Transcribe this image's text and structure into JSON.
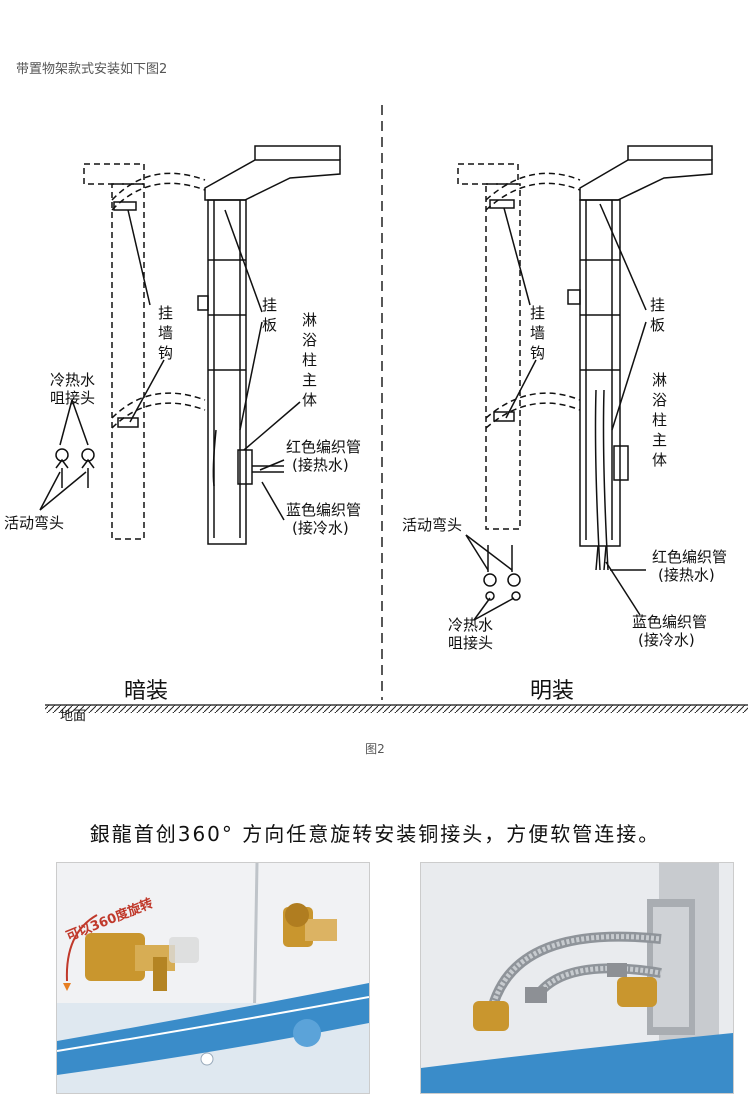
{
  "intro_text": "带置物架款式安装如下图2",
  "diagram": {
    "left_labels": {
      "hook": [
        "挂",
        "墙",
        "钩"
      ],
      "plate": [
        "挂",
        "板"
      ],
      "column": [
        "淋",
        "浴",
        "柱",
        "主",
        "体"
      ],
      "valve_l1": "冷热水",
      "valve_l2": "咀接头",
      "red_l1": "红色编织管",
      "red_l2": "(接热水)",
      "blue_l1": "蓝色编织管",
      "blue_l2": "(接冷水)",
      "elbow": "活动弯头",
      "mode": "暗装",
      "ground": "地面"
    },
    "right_labels": {
      "hook": [
        "挂",
        "墙",
        "钩"
      ],
      "plate": [
        "挂",
        "板"
      ],
      "column": [
        "淋",
        "浴",
        "柱",
        "主",
        "体"
      ],
      "elbow": "活动弯头",
      "valve_l1": "冷热水",
      "valve_l2": "咀接头",
      "red_l1": "红色编织管",
      "red_l2": "(接热水)",
      "blue_l1": "蓝色编织管",
      "blue_l2": "(接冷水)",
      "mode": "明装"
    }
  },
  "caption": "图2",
  "headline": "銀龍首创360° 方向任意旋转安装铜接头，方便软管连接。",
  "photo1_badge": "可以360度旋转",
  "colors": {
    "brass": "#c9962e",
    "tile_blue": "#3a8cc9",
    "badge_red": "#c0392b"
  }
}
